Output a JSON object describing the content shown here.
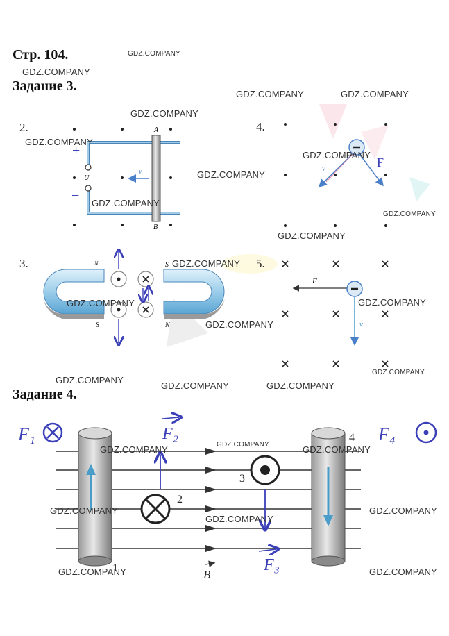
{
  "header": {
    "page_label": "Стр. 104.",
    "task3_label": "Задание 3.",
    "task4_label": "Задание 4."
  },
  "watermark_text": "GDZ.COMPANY",
  "task3": {
    "fig2": {
      "number": "2.",
      "plus": "+",
      "minus": "−",
      "label_A": "A",
      "label_B": "B",
      "label_U": "U",
      "label_v": "v"
    },
    "fig3": {
      "number": "3.",
      "left_N": "N",
      "left_S": "S",
      "right_S": "S",
      "right_N": "N"
    },
    "fig4": {
      "number": "4.",
      "label_v": "v",
      "label_F": "F"
    },
    "fig5": {
      "number": "5.",
      "label_F": "F",
      "label_v": "v"
    }
  },
  "task4": {
    "F1": "F₁",
    "F2": "F₂",
    "F3": "F₃",
    "F4": "F₄",
    "n1": "1",
    "n2": "2",
    "n3": "3",
    "n4": "4",
    "label_B": "B"
  },
  "colors": {
    "blue": "#4a9cc9",
    "pen": "#3b3fb8",
    "pink": "#e7567a"
  }
}
